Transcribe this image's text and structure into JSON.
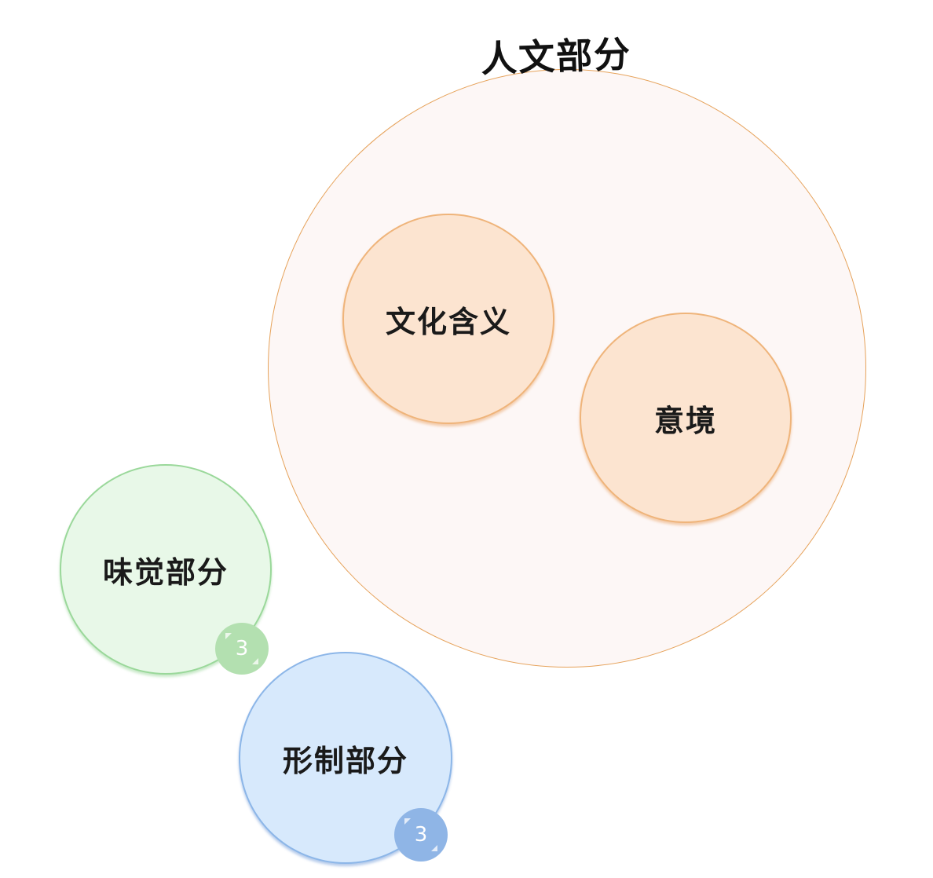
{
  "diagram": {
    "outer_circle": {
      "title": "人文部分",
      "fill": "#fdf7f6",
      "stroke": "#e6a25a",
      "children": [
        {
          "label": "文化含义",
          "fill": "#fce4d0",
          "stroke": "#efb47a"
        },
        {
          "label": "意境",
          "fill": "#fce4d0",
          "stroke": "#efb47a"
        }
      ]
    },
    "side_circles": [
      {
        "label": "味觉部分",
        "fill": "#e8f8e8",
        "stroke": "#9ad89a",
        "badge": "3",
        "badge_color": "#b3e0b0"
      },
      {
        "label": "形制部分",
        "fill": "#d7e9fc",
        "stroke": "#8cb6e8",
        "badge": "3",
        "badge_color": "#8fb5e6"
      }
    ]
  }
}
